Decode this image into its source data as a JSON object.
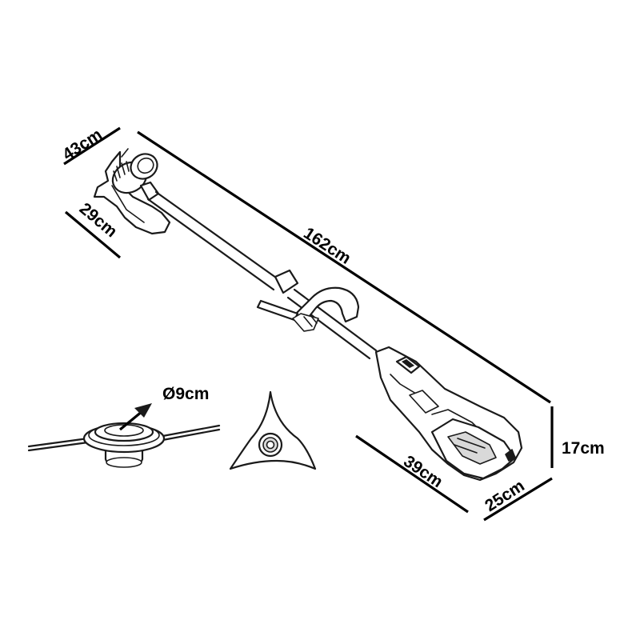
{
  "dimensions": {
    "width_head": "43cm",
    "depth_head": "29cm",
    "length_total": "162cm",
    "length_body": "39cm",
    "width_body": "25cm",
    "height_body": "17cm",
    "spool_diameter": "Ø9cm"
  },
  "colors": {
    "outline": "#1a1a1a",
    "dimension": "#000000",
    "background": "#ffffff"
  }
}
